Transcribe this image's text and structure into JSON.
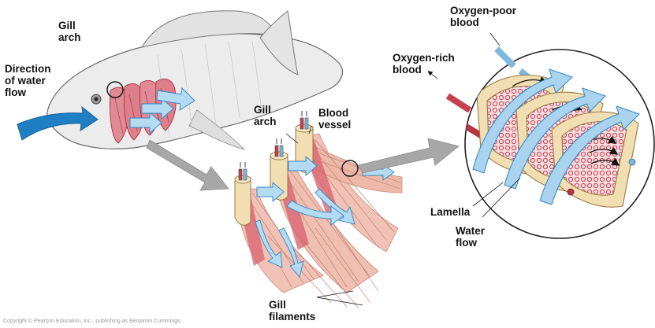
{
  "labels": {
    "gill_arch_fish": [
      "Gill",
      "arch"
    ],
    "direction_water_flow": [
      "Direction",
      "of water",
      "flow"
    ],
    "gill_arch_filaments": [
      "Gill",
      "arch"
    ],
    "blood_vessel": [
      "Blood",
      "vessel"
    ],
    "gill_filaments": [
      "Gill",
      "filaments"
    ],
    "oxygen_poor_blood": [
      "Oxygen-poor",
      "blood"
    ],
    "oxygen_rich_blood": [
      "Oxygen-rich",
      "blood"
    ],
    "lamella": "Lamella",
    "water_flow": [
      "Water",
      "flow"
    ]
  },
  "credit": "Copyright © Pearson Education, Inc., publishing as Benjamin Cummings.",
  "colors": {
    "water_arrow": "#a9d3ef",
    "water_arrow_dark": "#2f86c6",
    "gill_pink": "#e08a96",
    "gill_red": "#c9404f",
    "filament": "#f1c2b5",
    "oxy_rich": "#c8404f",
    "oxy_poor": "#7fb8dd",
    "arch_tan": "#f1dfb3",
    "fish_grey": "#e7e7e7",
    "outline": "#555555",
    "zoom_arrow": "#9d9d9d"
  }
}
